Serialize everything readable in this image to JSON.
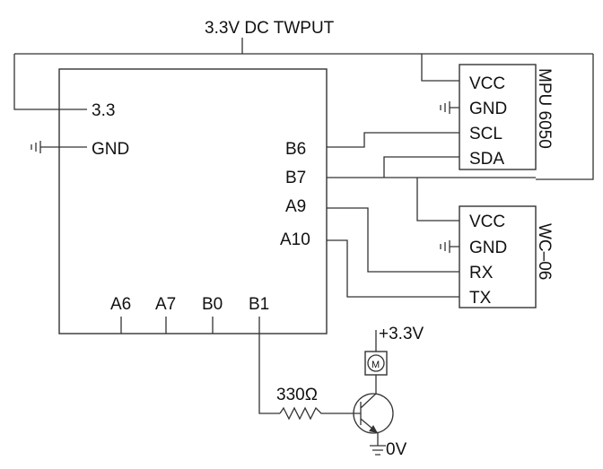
{
  "supply_label": "3.3V DC TWPUT",
  "mcu": {
    "left_pins": [
      "3.3",
      "GND"
    ],
    "right_pins": [
      "B6",
      "B7",
      "A9",
      "A10"
    ],
    "bottom_pins": [
      "A6",
      "A7",
      "B0",
      "B1"
    ]
  },
  "mpu": {
    "title": "MPU 6050",
    "pins": [
      "VCC",
      "GND",
      "SCL",
      "SDA"
    ]
  },
  "wc": {
    "title": "WC–06",
    "pins": [
      "VCC",
      "GND",
      "RX",
      "TX"
    ]
  },
  "motor": {
    "supply_label": "+3.3V",
    "symbol": "M",
    "resistor_label": "330Ω",
    "ground_label": "0V"
  },
  "icons": [
    "ground-icon",
    "motor-icon",
    "resistor-icon",
    "npn-transistor-icon"
  ]
}
